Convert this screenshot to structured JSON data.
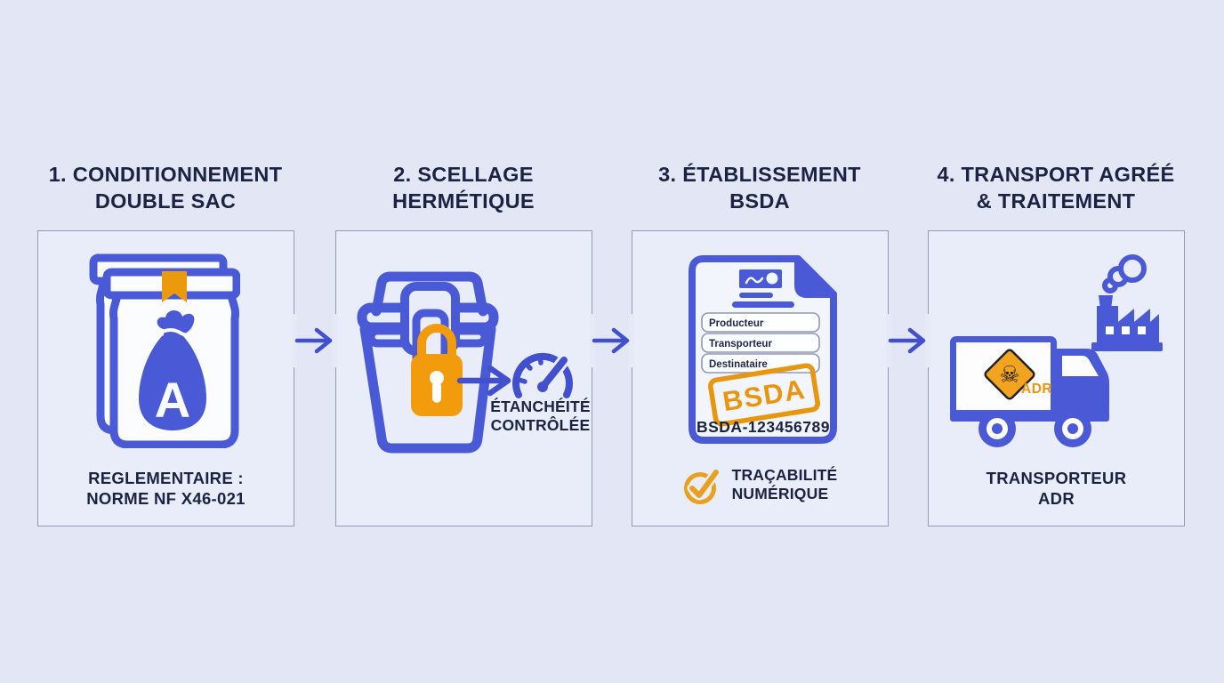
{
  "colors": {
    "background": "#E3E7F5",
    "panel_fill": "#E9EDF9",
    "panel_border": "#929BB6",
    "icon_blue": "#4A5AD6",
    "arrow_blue": "#4350CE",
    "accent_orange": "#EC9A10",
    "stamp_orange": "#E8960E",
    "check_orange": "#E8A01F",
    "hazard_orange": "#F2A41E",
    "text_navy": "#1B2343"
  },
  "steps": [
    {
      "id": "conditionnement-double-sac",
      "title_line1": "1. CONDITIONNEMENT",
      "title_line2": "DOUBLE SAC",
      "bag_letter": "A",
      "caption_line1": "REGLEMENTAIRE :",
      "caption_line2": "NORME NF X46-021"
    },
    {
      "id": "scellage-hermetique",
      "title_line1": "2. SCELLAGE",
      "title_line2": "HERMÉTIQUE",
      "caption_line1": "ÉTANCHÉITÉ",
      "caption_line2": "CONTRÔLÉE"
    },
    {
      "id": "etablissement-bsda",
      "title_line1": "3. ÉTABLISSEMENT",
      "title_line2": "BSDA",
      "doc_fields": [
        "Producteur",
        "Transporteur",
        "Destinataire"
      ],
      "stamp_label": "BSDA",
      "doc_number": "BSDA-123456789",
      "caption_line1": "TRAÇABILITÉ",
      "caption_line2": "NUMÉRIQUE"
    },
    {
      "id": "transport-agree-traitement",
      "title_line1": "4. TRANSPORT AGRÉÉ",
      "title_line2": "& TRAITEMENT",
      "truck_sign_label": "ADR",
      "skull_glyph": "☠",
      "caption_line1": "TRANSPORTEUR",
      "caption_line2": "ADR"
    }
  ]
}
